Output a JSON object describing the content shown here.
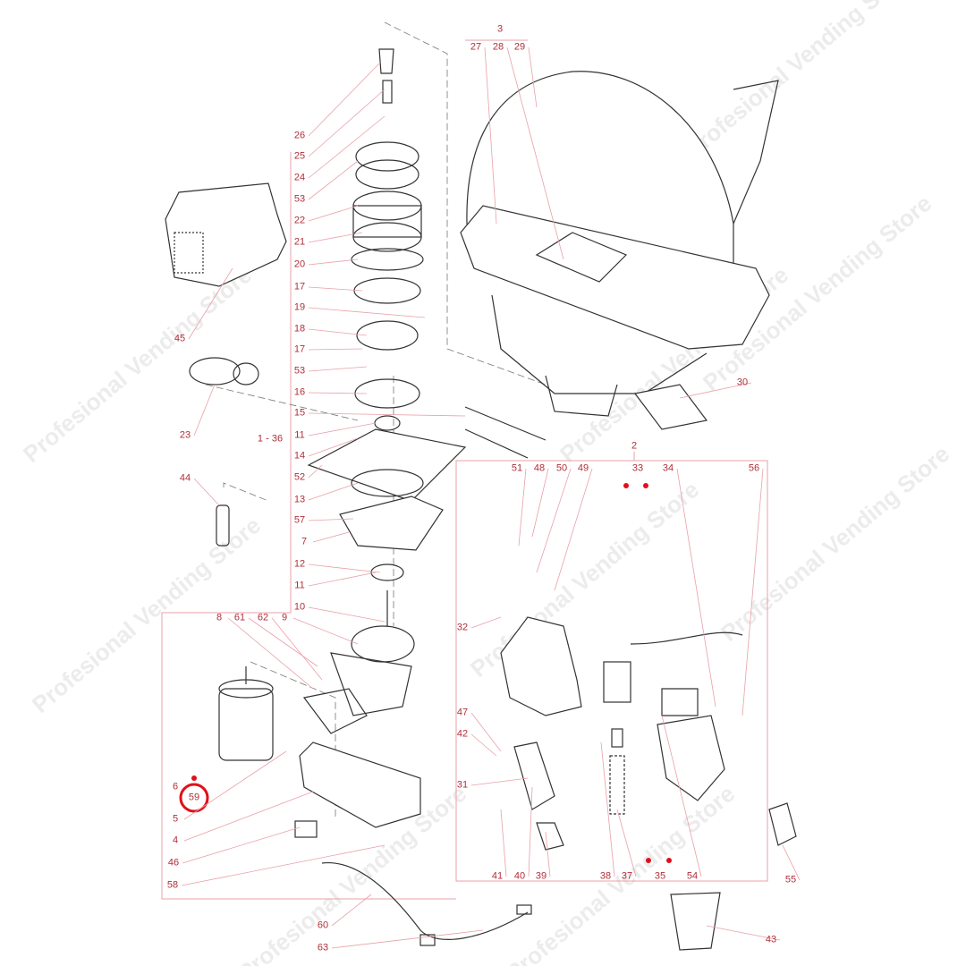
{
  "diagram": {
    "title": "Exploded parts diagram - coffee grinder / canister assembly",
    "colors": {
      "label": "#b0303a",
      "leader": "#e8a0a8",
      "highlight": "#e0101a",
      "outline": "#333333"
    },
    "highlighted_part": "59",
    "watermark": "Profesional Vending Store",
    "labels": [
      "3",
      "27",
      "28",
      "29",
      "26",
      "25",
      "24",
      "53",
      "22",
      "21",
      "20",
      "17",
      "19",
      "18",
      "17",
      "53",
      "16",
      "15",
      "11",
      "14",
      "52",
      "13",
      "57",
      "7",
      "12",
      "11",
      "10",
      "45",
      "23",
      "1 - 36",
      "44",
      "8",
      "61",
      "62",
      "9",
      "6",
      "59",
      "5",
      "4",
      "46",
      "58",
      "60",
      "63",
      "30",
      "2",
      "51",
      "48",
      "50",
      "49",
      "33",
      "34",
      "56",
      "32",
      "47",
      "42",
      "31",
      "41",
      "40",
      "39",
      "38",
      "37",
      "35",
      "54",
      "55",
      "43"
    ]
  }
}
